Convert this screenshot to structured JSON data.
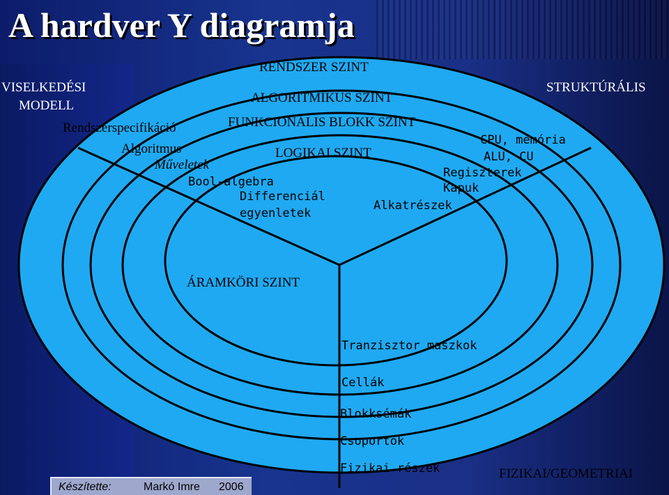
{
  "title": "A hardver Y diagramja",
  "left_header": [
    "VISELKEDÉSI",
    "MODELL"
  ],
  "right_header": "STRUKTÚRÁLIS",
  "bottom_right": "FIZIKAI/GEOMETRIAI",
  "levels": {
    "system": "RENDSZER SZINT",
    "algorithmic": "ALGORITMIKUS SZINT",
    "functional": "FUNKCIONÁLIS BLOKK SZINT",
    "logic": "LOGIKAI SZINT",
    "circuit": "ÁRAMKÖRI SZINT"
  },
  "behavioral": {
    "spec": "Rendszerspecifikáció",
    "algorithm": "Algoritmus",
    "operations": "Műveletek",
    "bool": "Bool-algebra",
    "diff1": "Differenciál",
    "diff2": "egyenletek"
  },
  "structural": {
    "cpu": "CPU, memória",
    "alu": "ALU, CU",
    "registers": "Regiszterek",
    "gates": "Kapuk",
    "parts": "Alkatrészek"
  },
  "physical": {
    "masks": "Tranzisztor maszkok",
    "cells": "Cellák",
    "block_schemes": "Blokksémák",
    "groups": "Csoportok",
    "parts": "Fizikai részek"
  },
  "footer": {
    "prefix": "Készítette:",
    "author": "Markó Imre",
    "year": "2006"
  },
  "colors": {
    "ring_fill": "#1fa9f2",
    "ring_stroke": "#000000",
    "background": "#0f1f6e",
    "footer_box": "#9ea7cc"
  }
}
